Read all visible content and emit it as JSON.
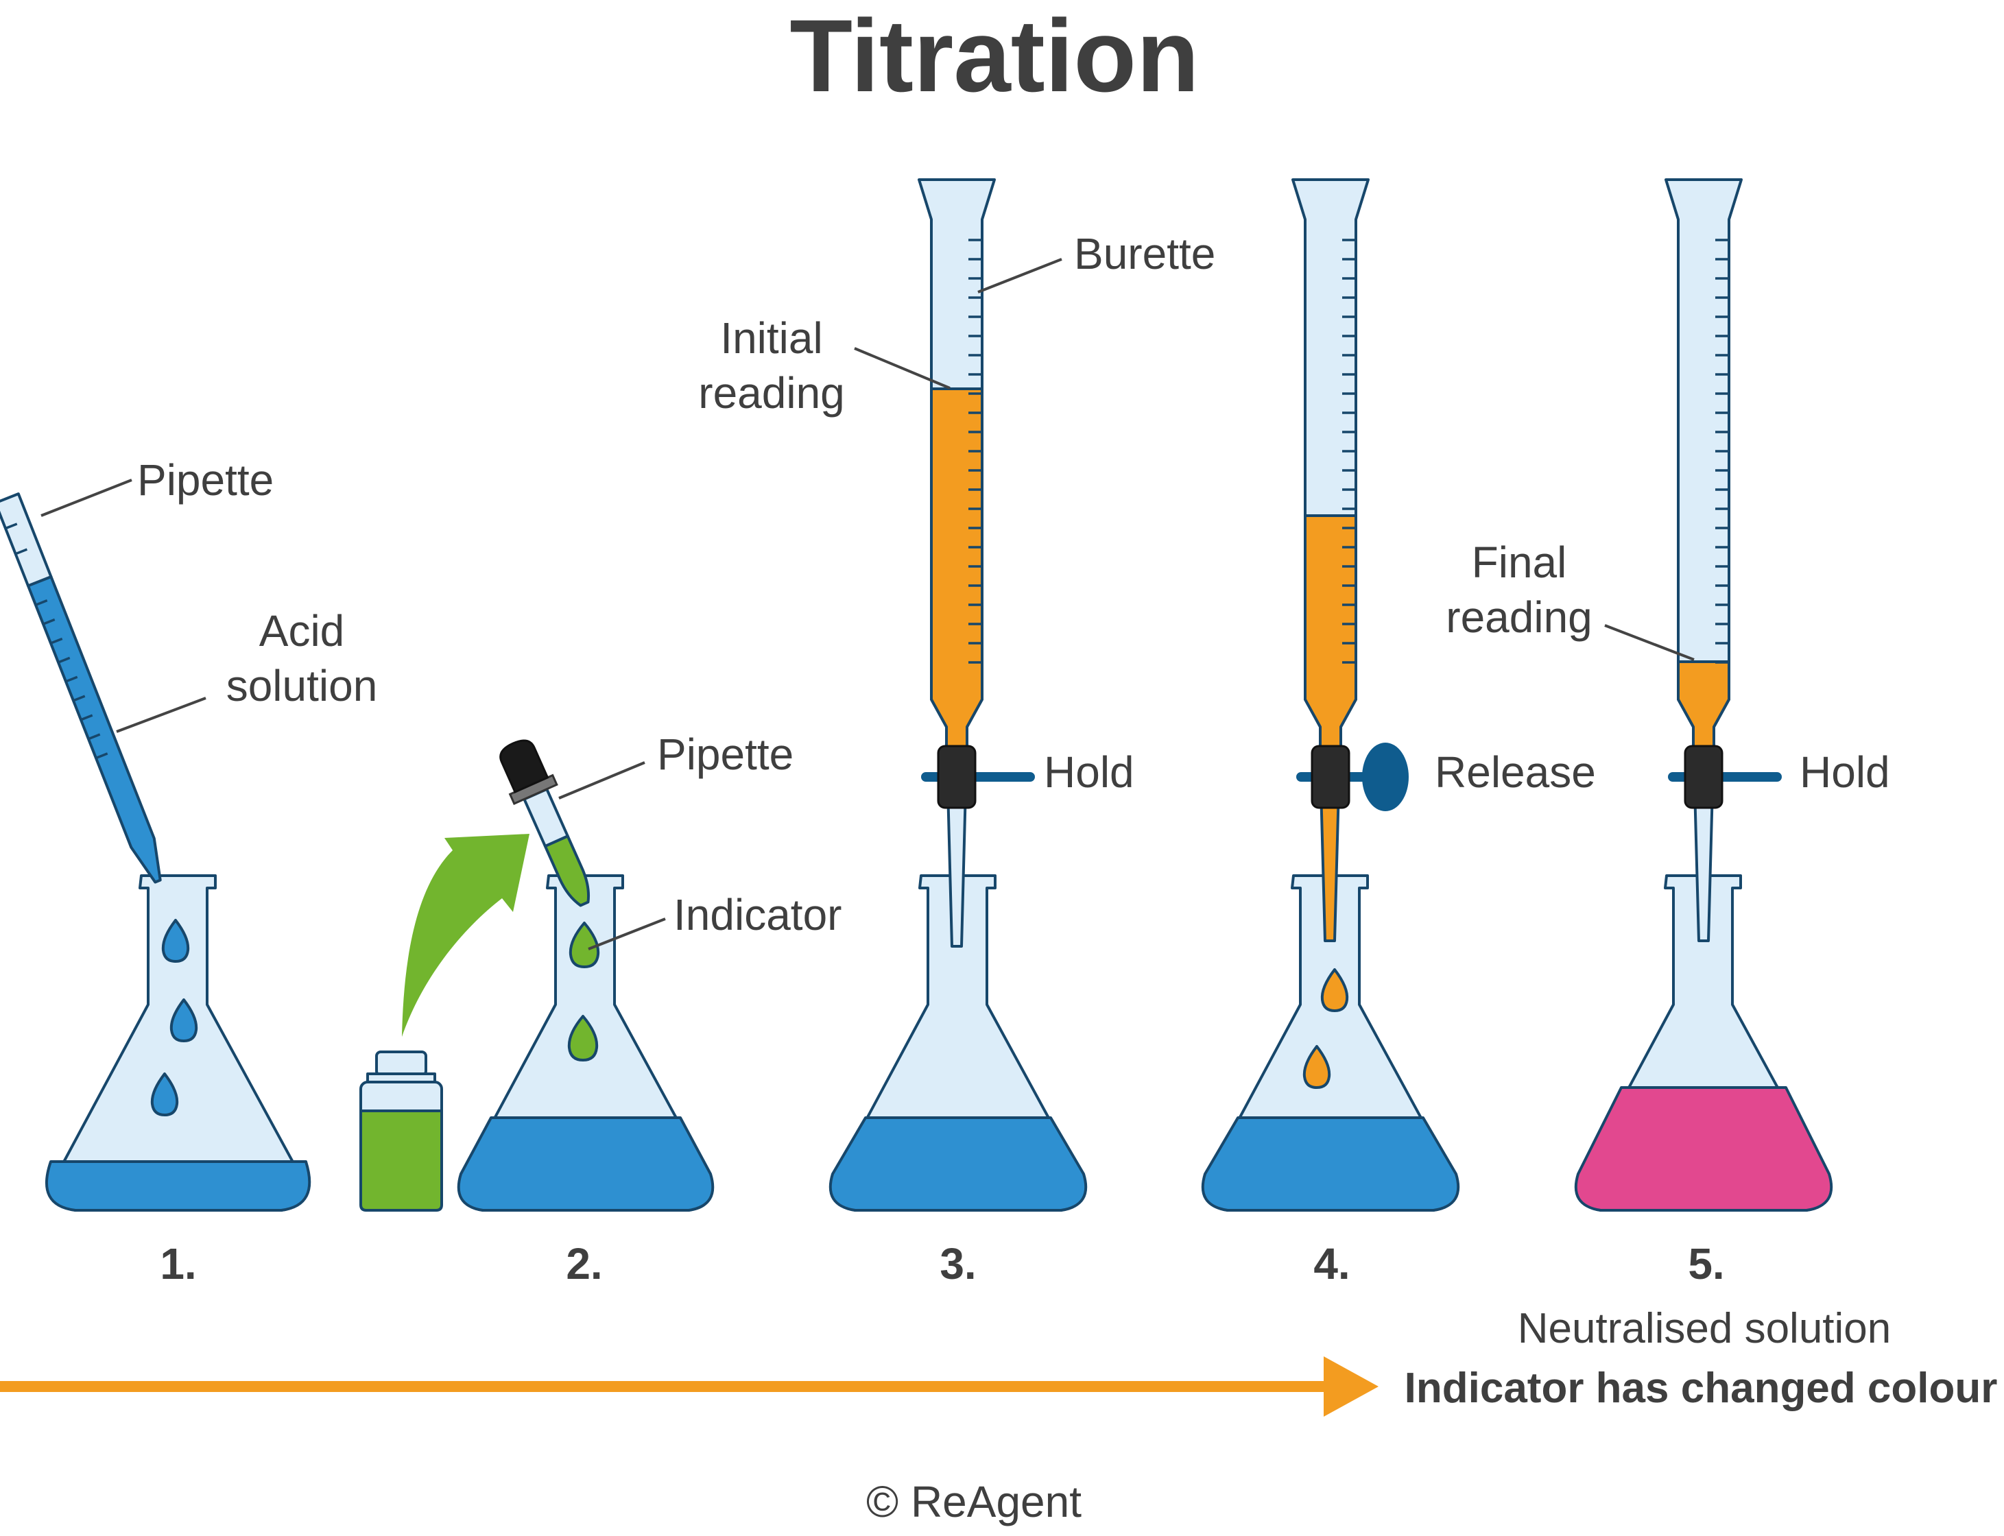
{
  "title": "Titration",
  "labels": {
    "pipette_1": "Pipette",
    "acid_line1": "Acid",
    "acid_line2": "solution",
    "pipette_2": "Pipette",
    "indicator": "Indicator",
    "burette": "Burette",
    "initial_line1": "Initial",
    "initial_line2": "reading",
    "hold_3": "Hold",
    "release_4": "Release",
    "final_line1": "Final",
    "final_line2": "reading",
    "hold_5": "Hold"
  },
  "steps": [
    "1.",
    "2.",
    "3.",
    "4.",
    "5."
  ],
  "caption": {
    "line1": "Neutralised solution",
    "line2": "Indicator has changed colour"
  },
  "copyright": "© ReAgent",
  "colors": {
    "acid": "#2e90d1",
    "indicator": "#72b52e",
    "titrant": "#f39c20",
    "neutralised": "#e2488f",
    "glass": "#dcedf9",
    "outline": "#17476b",
    "stopcock": "#2b2b2b",
    "tap_handle": "#0f5c8e"
  }
}
